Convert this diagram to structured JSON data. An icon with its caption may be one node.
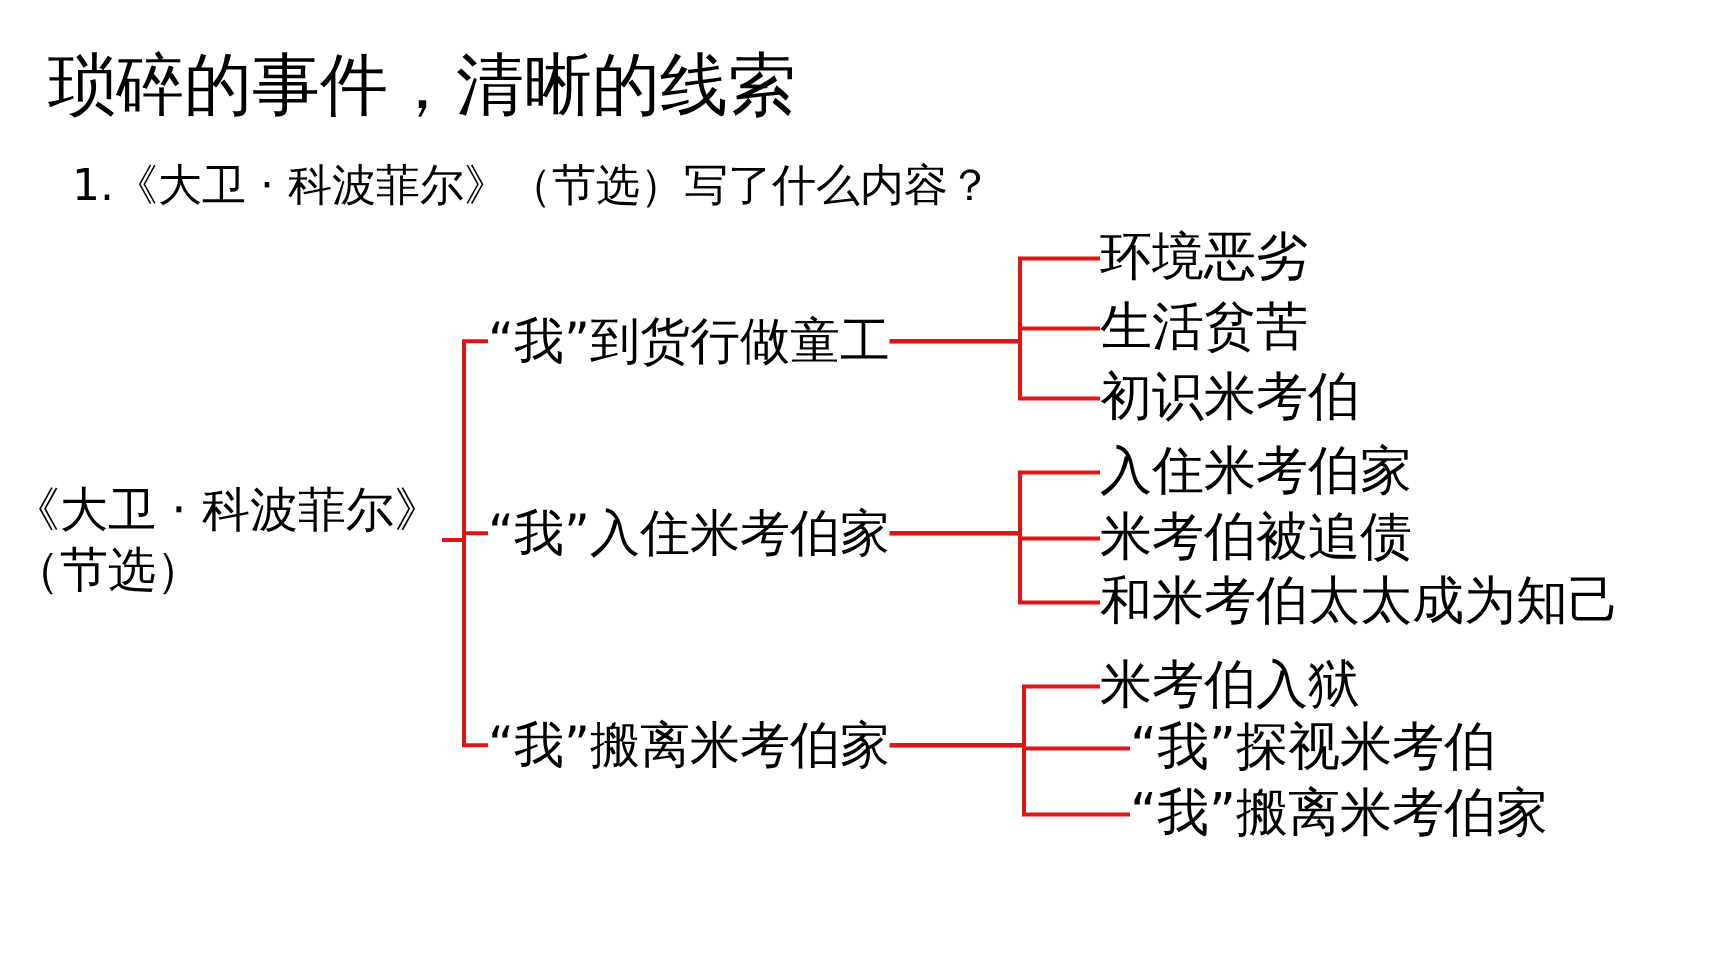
{
  "diagram": {
    "title": "琐碎的事件，清晰的线索",
    "nodes": [
      {
        "text": [
          "《大卫 · 科波菲尔》（节选）"
        ]
      },
      {
        "text": [
          "“我”到货行做童工"
        ]
      },
      {
        "text": [
          "环境恶劣"
        ]
      },
      {
        "text": [
          "生活贫苦"
        ]
      },
      {
        "text": [
          "初识米考伯"
        ]
      },
      {
        "text": [
          "“我”入住米考伯家"
        ]
      },
      {
        "text": [
          "入住米考伯家"
        ]
      },
      {
        "text": [
          "米考伯被追债"
        ]
      },
      {
        "text": [
          "和米考伯太太成为知己"
        ]
      },
      {
        "text": [
          "“我”搬离米考伯家"
        ]
      },
      {
        "text": [
          "米考伯入狱"
        ]
      },
      {
        "text": [
          "“我”探视米考伯"
        ]
      },
      {
        "text": [
          "“我”搬离米考伯家"
        ]
      }
    ],
    "edges": [
      {
        "from": 0,
        "to": 1,
        "arrow": "none"
      },
      {
        "from": 0,
        "to": 5,
        "arrow": "none"
      },
      {
        "from": 0,
        "to": 9,
        "arrow": "none"
      },
      {
        "from": 1,
        "to": 2,
        "arrow": "none"
      },
      {
        "from": 1,
        "to": 3,
        "arrow": "none"
      },
      {
        "from": 1,
        "to": 4,
        "arrow": "none"
      },
      {
        "from": 5,
        "to": 6,
        "arrow": "none"
      },
      {
        "from": 5,
        "to": 7,
        "arrow": "none"
      },
      {
        "from": 5,
        "to": 8,
        "arrow": "none"
      },
      {
        "from": 9,
        "to": 10,
        "arrow": "none"
      },
      {
        "from": 9,
        "to": 11,
        "arrow": "none"
      },
      {
        "from": 9,
        "to": 12,
        "arrow": "none"
      }
    ],
    "labels": [
      "1.《大卫 · 科波菲尔》（节选）写了什么内容？"
    ]
  }
}
